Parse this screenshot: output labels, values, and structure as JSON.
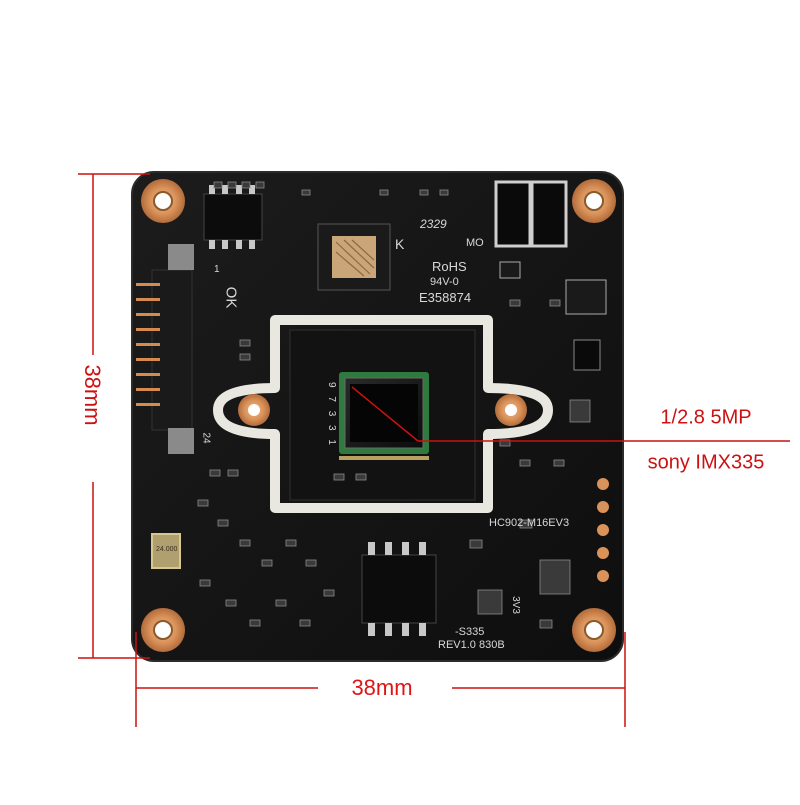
{
  "dimensions": {
    "height_label": "38mm",
    "width_label": "38mm"
  },
  "sensor": {
    "format": "1/2.8 5MP",
    "model": "sony IMX335"
  },
  "silkscreen": {
    "date_code": "2329",
    "k_mark": "K",
    "mo_mark": "MO",
    "rohs": "RoHS",
    "flame_rating": "94V-0",
    "ul_number": "E358874",
    "board_model": "HC902-M16EV3",
    "revision": "REV1.0 830B",
    "sensor_code": "-S335",
    "pin_1": "1",
    "pin_24": "24",
    "ok_mark": "OK",
    "voltage": "3V3",
    "mount_marks": "9 7 3 3 1",
    "crystal_text": "24.000"
  },
  "colors": {
    "dimension_red": "#cc1111",
    "pcb_black": "#151515",
    "silkscreen": "#d8d8d8",
    "copper_pad": "#d9925a",
    "gold": "#c8b070"
  }
}
